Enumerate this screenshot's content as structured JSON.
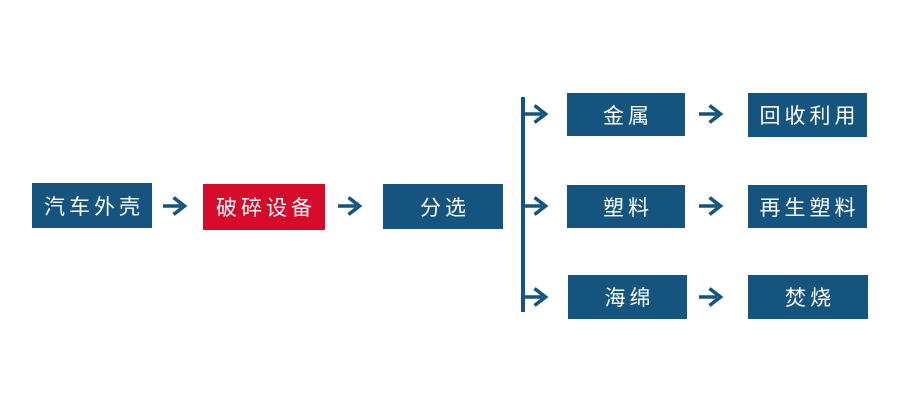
{
  "diagram": {
    "type": "flowchart",
    "nodes": {
      "car_shell": {
        "label": "汽车外壳",
        "color": "blue"
      },
      "crushing_equipment": {
        "label": "破碎设备",
        "color": "red"
      },
      "sorting": {
        "label": "分选",
        "color": "blue"
      },
      "metal": {
        "label": "金属",
        "color": "blue"
      },
      "recycling": {
        "label": "回收利用",
        "color": "blue"
      },
      "plastic": {
        "label": "塑料",
        "color": "blue"
      },
      "recycled_plastic": {
        "label": "再生塑料",
        "color": "blue"
      },
      "sponge": {
        "label": "海绵",
        "color": "blue"
      },
      "incineration": {
        "label": "焚烧",
        "color": "blue"
      }
    },
    "edges": [
      {
        "from": "汽车外壳",
        "to": "破碎设备"
      },
      {
        "from": "破碎设备",
        "to": "分选"
      },
      {
        "from": "分选",
        "to": "金属"
      },
      {
        "from": "分选",
        "to": "塑料"
      },
      {
        "from": "分选",
        "to": "海绵"
      },
      {
        "from": "金属",
        "to": "回收利用"
      },
      {
        "from": "塑料",
        "to": "再生塑料"
      },
      {
        "from": "海绵",
        "to": "焚烧"
      }
    ],
    "colors": {
      "node_blue": "#165480",
      "node_red": "#D60A2B",
      "arrow": "#165480",
      "text": "#ffffff",
      "background": "#ffffff"
    }
  }
}
